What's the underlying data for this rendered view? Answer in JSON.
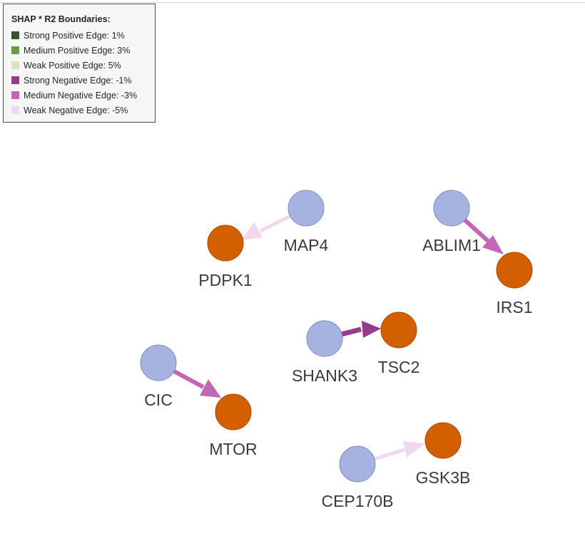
{
  "legend": {
    "title": "SHAP * R2 Boundaries:",
    "items": [
      {
        "name": "strong-positive",
        "label": "Strong Positive Edge: 1%",
        "color": "#3a5528"
      },
      {
        "name": "medium-positive",
        "label": "Medium Positive Edge: 3%",
        "color": "#6f9a48"
      },
      {
        "name": "weak-positive",
        "label": "Weak Positive Edge: 5%",
        "color": "#d3e6c0"
      },
      {
        "name": "strong-negative",
        "label": "Strong Negative Edge: -1%",
        "color": "#963a8c"
      },
      {
        "name": "medium-negative",
        "label": "Medium Negative Edge: -3%",
        "color": "#c466b7"
      },
      {
        "name": "weak-negative",
        "label": "Weak Negative Edge: -5%",
        "color": "#f2d8ee"
      }
    ]
  },
  "colors": {
    "source_node": "#a6b3e0",
    "target_node": "#d45f00",
    "label_text": "#3a3a3a"
  },
  "nodes": {
    "map4": {
      "label": "MAP4",
      "role": "source"
    },
    "pdpk1": {
      "label": "PDPK1",
      "role": "target"
    },
    "ablim1": {
      "label": "ABLIM1",
      "role": "source"
    },
    "irs1": {
      "label": "IRS1",
      "role": "target"
    },
    "shank3": {
      "label": "SHANK3",
      "role": "source"
    },
    "tsc2": {
      "label": "TSC2",
      "role": "target"
    },
    "cic": {
      "label": "CIC",
      "role": "source"
    },
    "mtor": {
      "label": "MTOR",
      "role": "target"
    },
    "cep170b": {
      "label": "CEP170B",
      "role": "source"
    },
    "gsk3b": {
      "label": "GSK3B",
      "role": "target"
    }
  },
  "edges": [
    {
      "from": "MAP4",
      "to": "PDPK1",
      "strength": "weak-negative",
      "color": "#f2d8ee"
    },
    {
      "from": "ABLIM1",
      "to": "IRS1",
      "strength": "medium-negative",
      "color": "#c466b7"
    },
    {
      "from": "SHANK3",
      "to": "TSC2",
      "strength": "strong-negative",
      "color": "#963a8c"
    },
    {
      "from": "CIC",
      "to": "MTOR",
      "strength": "medium-negative",
      "color": "#c466b7"
    },
    {
      "from": "CEP170B",
      "to": "GSK3B",
      "strength": "weak-negative",
      "color": "#f2d8ee"
    }
  ]
}
